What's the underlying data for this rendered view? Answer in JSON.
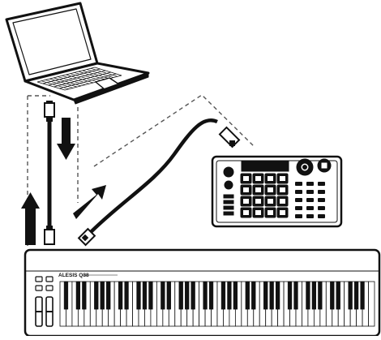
{
  "keyboard": {
    "brand_label": "ALESIS Q88",
    "white_key_count": 52
  },
  "laptop": {
    "keyboard_rows": 5,
    "keys_per_row": 14
  },
  "pad_controller": {
    "pad_rows": 4,
    "pad_columns": 4
  },
  "arrows": {
    "laptop_to_keyboard_direction": "down",
    "keyboard_to_laptop_direction": "up",
    "keyboard_to_pad_direction": "up-right"
  },
  "colors": {
    "line": "#111111",
    "background": "#ffffff",
    "dashed": "#555555"
  }
}
